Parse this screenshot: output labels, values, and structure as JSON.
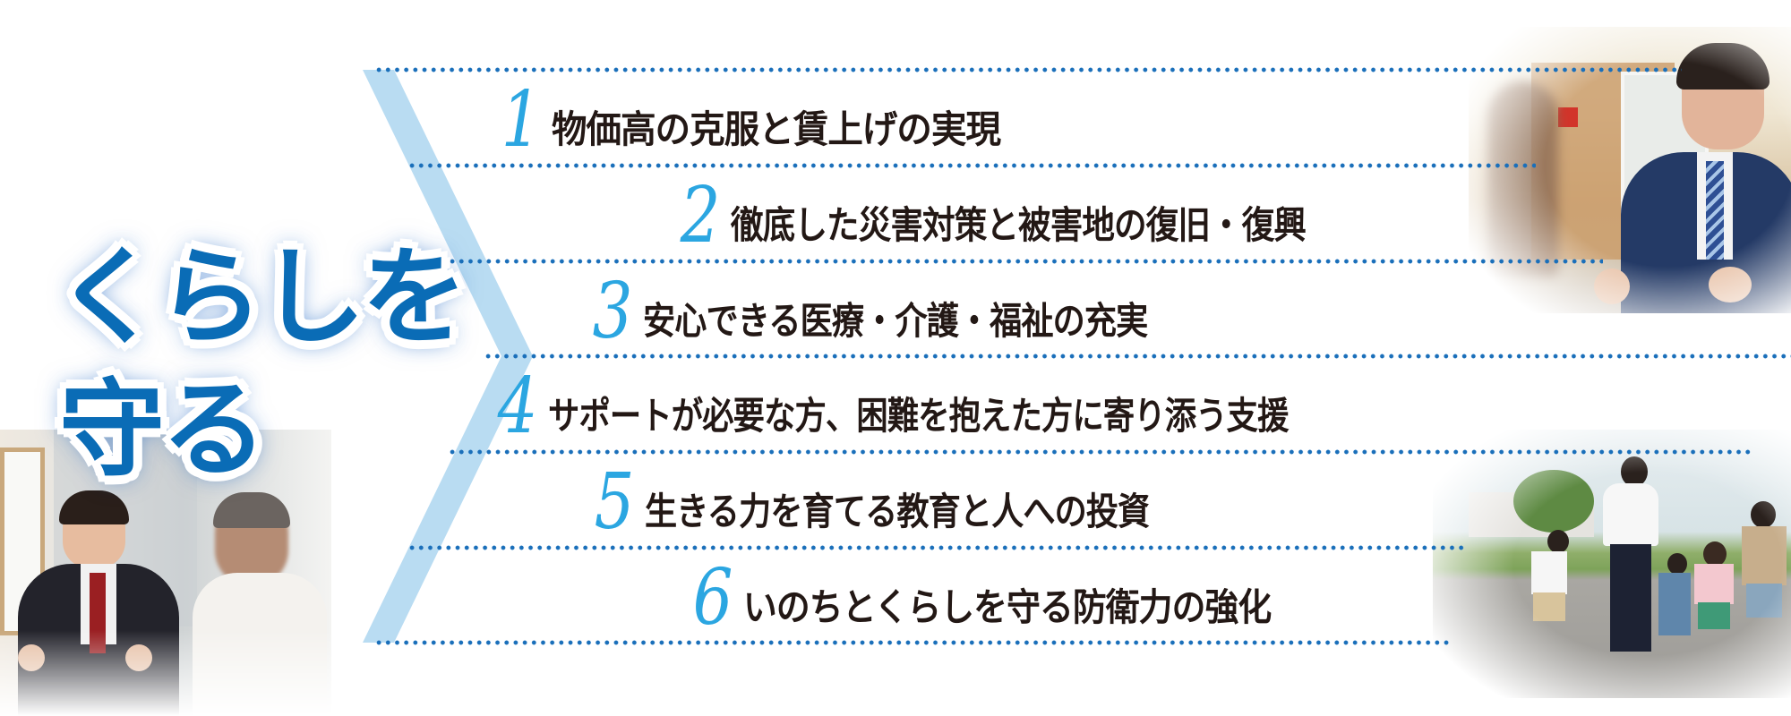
{
  "title": {
    "line1": "くらしを",
    "line2": "守る",
    "color": "#0a6cb6"
  },
  "items": [
    {
      "number": "1",
      "text": "物価高の克服と賃上げの実現"
    },
    {
      "number": "2",
      "text": "徹底した災害対策と被害地の復旧・復興"
    },
    {
      "number": "3",
      "text": "安心できる医療・介護・福祉の充実"
    },
    {
      "number": "4",
      "text": "サポートが必要な方、困難を抱えた方に寄り添う支援"
    },
    {
      "number": "5",
      "text": "生きる力を育てる教育と人への投資"
    },
    {
      "number": "6",
      "text": "いのちとくらしを守る防衛力の強化"
    }
  ],
  "colors": {
    "number": "#2ba6e1",
    "text": "#231815",
    "dots": "#1a6fba",
    "chevron": "#b9dcf2"
  },
  "photos": {
    "top_right": "politician-in-suit-talking-photo",
    "bottom_left": "politician-talking-with-man-photo",
    "bottom_right": "man-walking-with-children-photo"
  }
}
